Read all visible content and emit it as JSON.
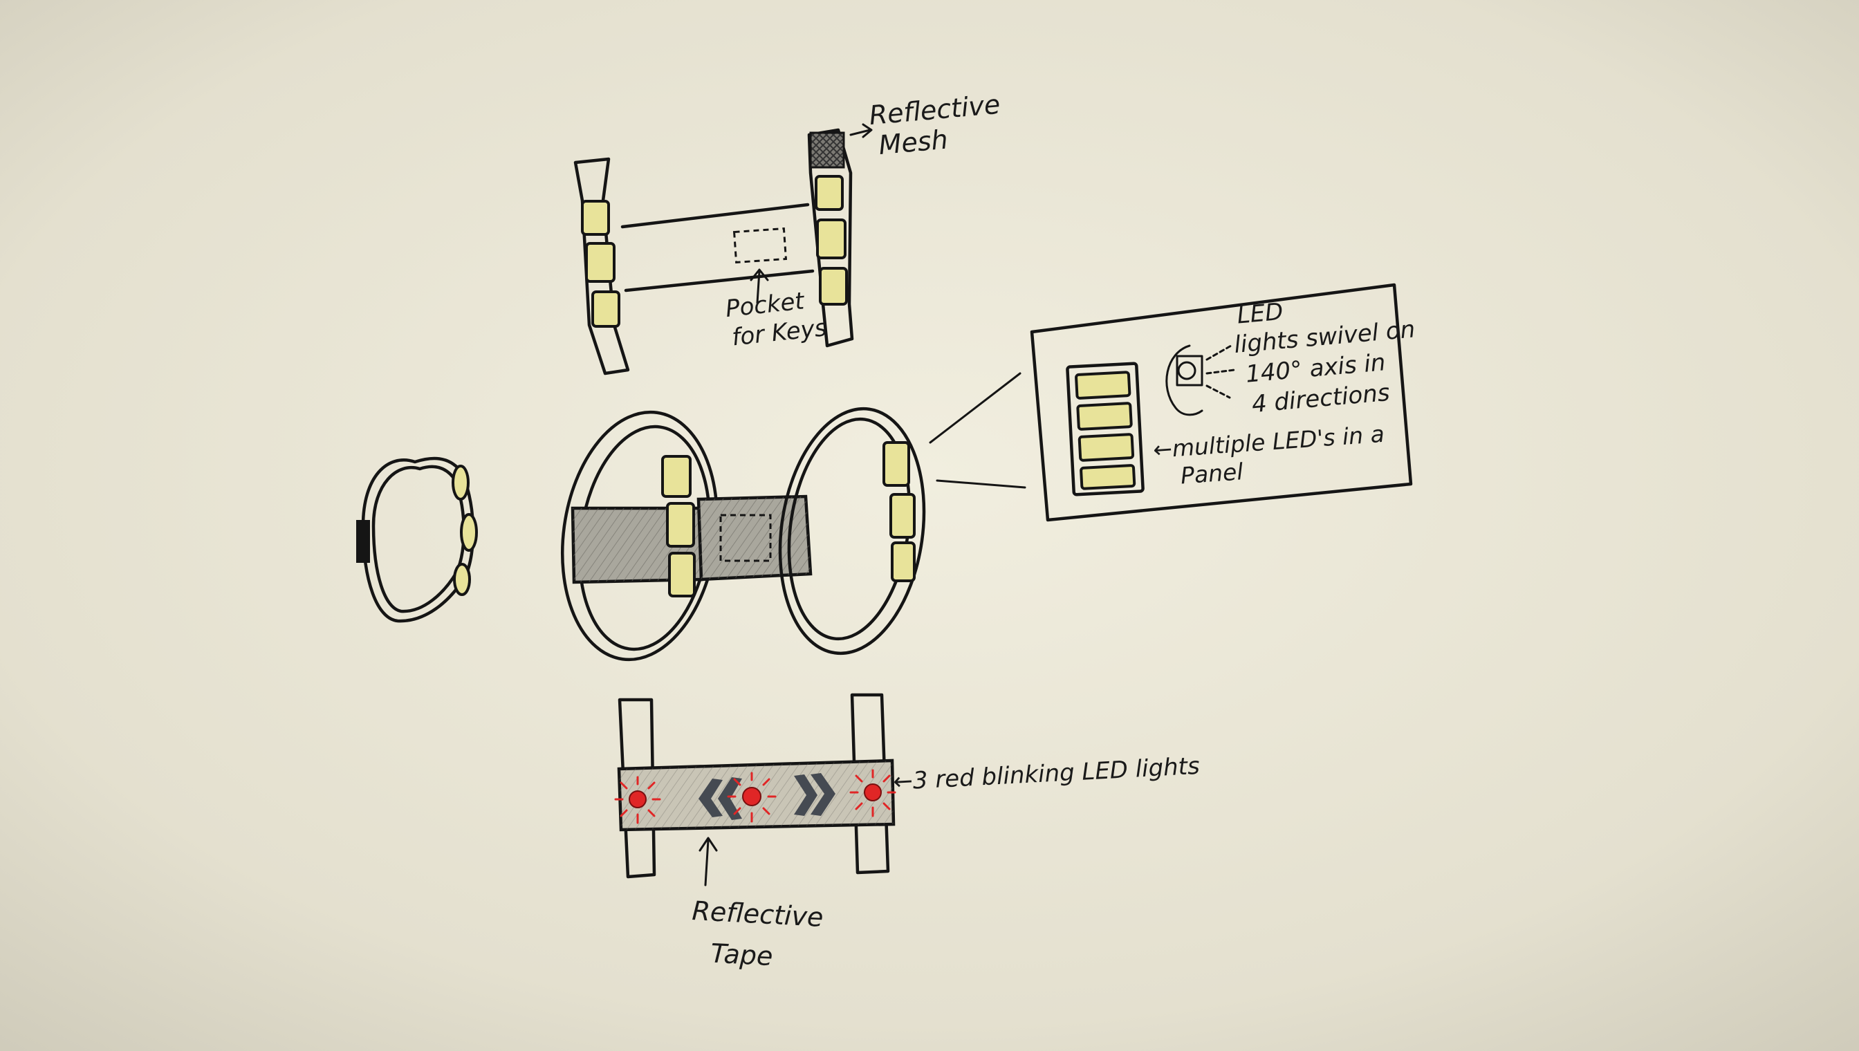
{
  "labels": {
    "reflective_mesh": [
      "Reflective",
      "Mesh"
    ],
    "pocket_for_keys": [
      "Pocket",
      "for Keys"
    ],
    "led_swivel": [
      "LED",
      "lights swivel on",
      "140° axis in",
      "4 directions"
    ],
    "multiple_leds": [
      "←multiple LED's in a",
      "Panel"
    ],
    "red_leds": "←3 red blinking LED lights",
    "reflective_tape": [
      "Reflective",
      "Tape"
    ]
  },
  "colors": {
    "paper": "#e6e2d2",
    "ink": "#151515",
    "led_pad": "#e8e39a",
    "reflective_band": "#a9a79d",
    "red_led": "#e02626",
    "chevron": "#454a52"
  }
}
